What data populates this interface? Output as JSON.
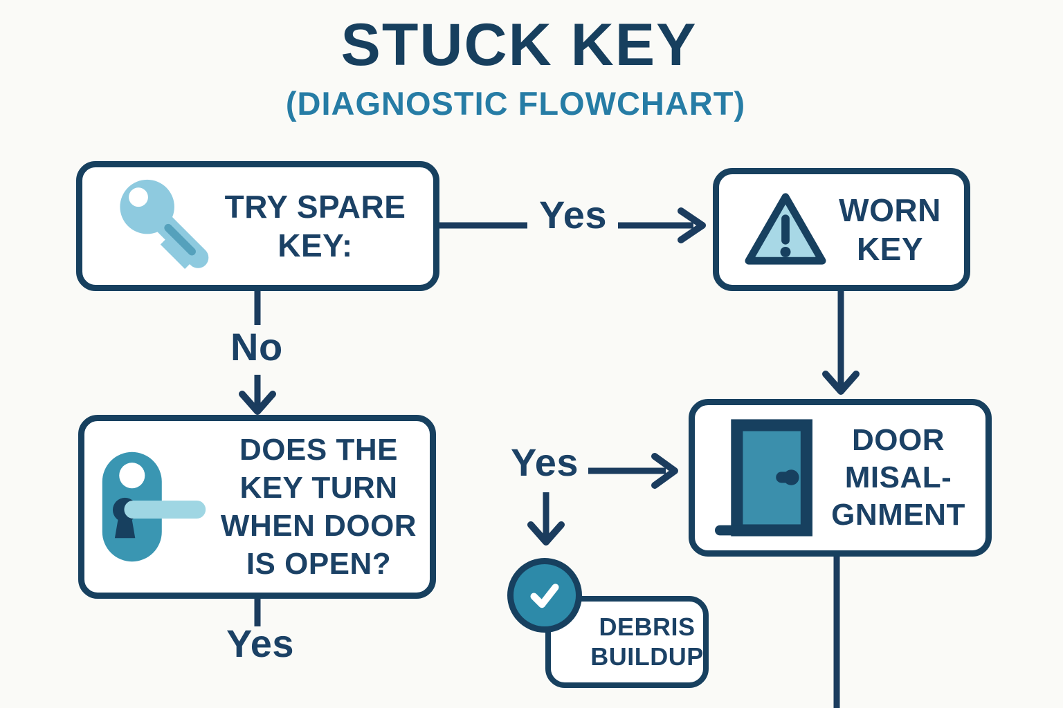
{
  "title": "STUCK KEY",
  "subtitle": "(DIAGNOSTIC FLOWCHART)",
  "colors": {
    "navy": "#17405f",
    "teal_subtitle": "#267ca5",
    "key_light_blue": "#8ecadf",
    "key_stripe": "#55a1bc",
    "triangle_fill": "#a8d8e6",
    "plate_teal": "#3a96b2",
    "lever_light_blue": "#9fd6e3",
    "door_teal": "#3b8fac",
    "check_circle_teal": "#2d8aa9",
    "box_background": "#ffffff",
    "page_background": "#fafaf7"
  },
  "nodes": {
    "try_spare_key": {
      "label": "TRY SPARE\nKEY:",
      "icon": "key-icon"
    },
    "worn_key": {
      "label": "WORN\nKEY",
      "icon": "warning-triangle-icon"
    },
    "key_turn_question": {
      "label": "DOES THE\nKEY TURN\nWHEN DOOR\nIS OPEN?",
      "icon": "door-handle-icon"
    },
    "door_misalignment": {
      "label": "DOOR\nMISAL-\nGNMENT",
      "icon": "door-icon"
    },
    "debris_buildup": {
      "label": "DEBRIS\nBUILDUP",
      "icon": "checkmark-icon"
    }
  },
  "edge_labels": {
    "spare_key_yes": "Yes",
    "spare_key_no": "No",
    "question_yes": "Yes",
    "middle_yes": "Yes"
  }
}
